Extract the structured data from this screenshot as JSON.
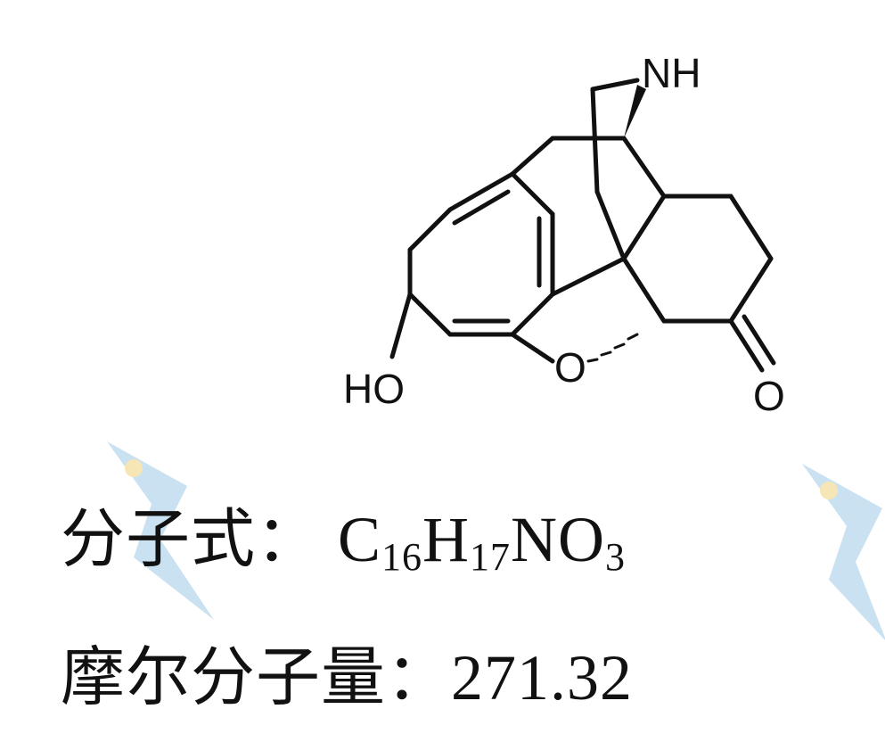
{
  "structure": {
    "atoms": {
      "amine": "NH",
      "hydroxyl": "HO",
      "ring_oxygen": "O",
      "carbonyl_oxygen": "O"
    }
  },
  "info": {
    "formula_label": "分子式：",
    "formula_parts": [
      {
        "text": "C",
        "sub": "16"
      },
      {
        "text": "H",
        "sub": "17"
      },
      {
        "text": "N",
        "sub": ""
      },
      {
        "text": "O",
        "sub": "3"
      }
    ],
    "mw_label": "摩尔分子量：",
    "mw_value": "271.32"
  },
  "colors": {
    "ink": "#111111",
    "watermark": "#9fc9e6"
  }
}
